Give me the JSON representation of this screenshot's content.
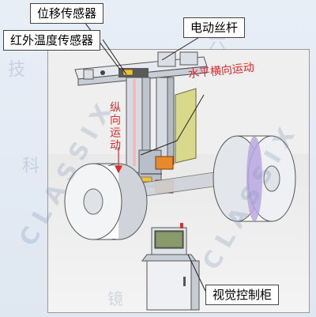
{
  "labels": {
    "displacement_sensor": "位移传感器",
    "infrared_temp_sensor": "红外温度传感器",
    "electric_screw_rod": "电动丝杆",
    "horizontal_motion": "水平横向运动",
    "vertical_motion": "纵向运动",
    "vision_control_cabinet": "视觉控制柜"
  },
  "watermark": {
    "text": "CLASSIX",
    "chars": [
      "六",
      "技",
      "科",
      "镜"
    ]
  },
  "colors": {
    "callout_border": "#444444",
    "motion_text": "#e02b2b",
    "gantry": "#d7dce2",
    "orange_sensor": "#e8892b",
    "roll_band": "#b9a7e0"
  }
}
